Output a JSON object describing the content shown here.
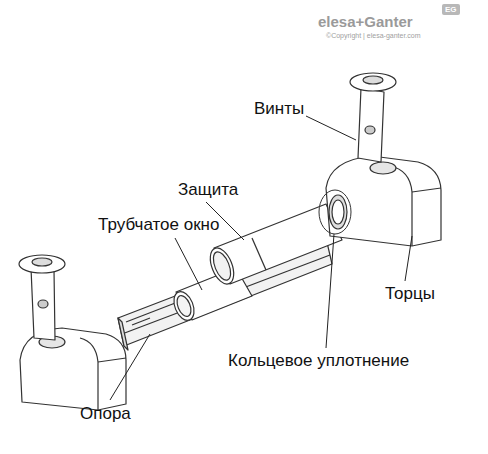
{
  "diagram": {
    "labels": [
      "elesa+Ganter",
      "EG",
      "©Copyright | elesa-ganter.com",
      "Винты",
      "Защита",
      "Трубчатое окно",
      "Торцы",
      "Кольцевое уплотнение",
      "Опора"
    ]
  }
}
